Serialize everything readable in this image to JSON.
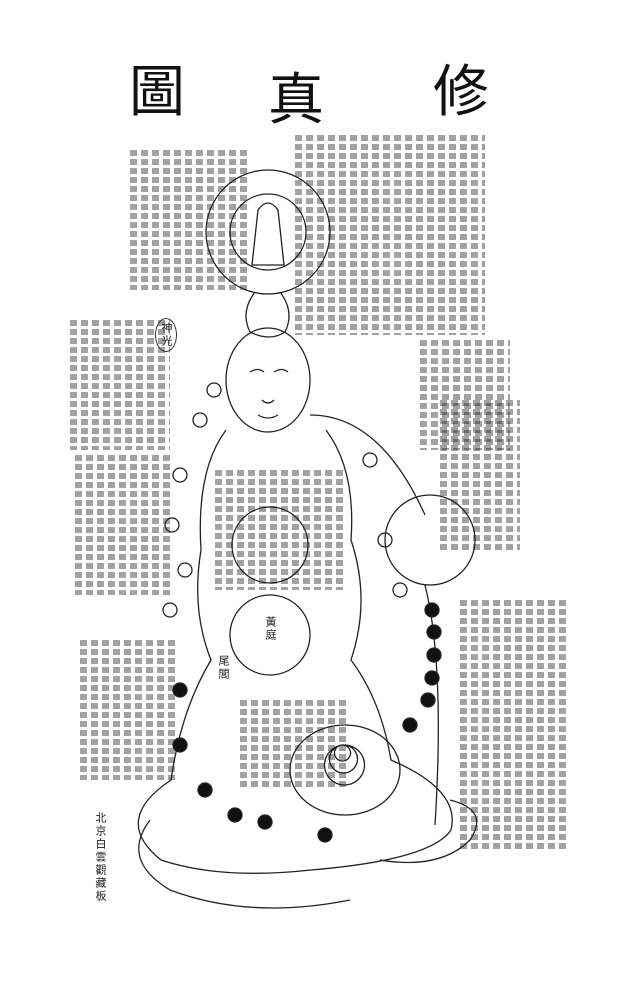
{
  "title": {
    "chars": [
      "圖",
      "真",
      "修"
    ]
  },
  "publisher_mark": "北京白雲觀藏板",
  "labels": {
    "shenguang": "神光",
    "huangting": "黃庭",
    "weilu": "尾閭"
  },
  "colors": {
    "ink": "#111111",
    "paper": "#ffffff"
  }
}
